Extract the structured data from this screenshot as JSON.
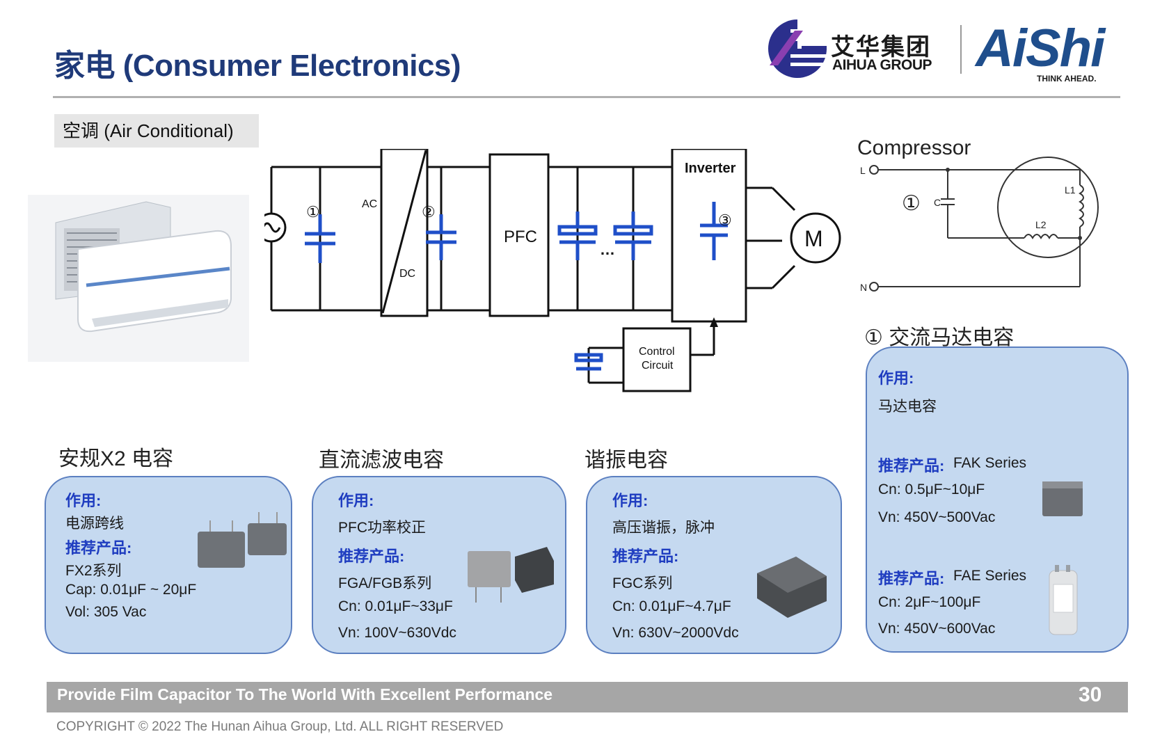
{
  "header": {
    "title": "家电 (Consumer Electronics)",
    "logo_cn": "艾华集团",
    "logo_en": "AIHUA GROUP",
    "brand": "AiShi",
    "brand_tagline": "THINK AHEAD."
  },
  "section": {
    "title": "空调 (Air Conditional)"
  },
  "diagram": {
    "labels": {
      "ac": "AC",
      "dc": "DC",
      "pfc": "PFC",
      "inverter": "Inverter",
      "motor": "M",
      "control_line1": "Control",
      "control_line2": "Circuit",
      "ellipsis": "…",
      "mark1": "①",
      "mark2": "②",
      "mark3": "③"
    }
  },
  "compressor": {
    "title": "Compressor",
    "l": "L",
    "n": "N",
    "c": "C",
    "l1": "L1",
    "l2": "L2",
    "mark": "①"
  },
  "cards": [
    {
      "heading": "安规X2 电容",
      "role_label": "作用:",
      "role_value": "电源跨线",
      "rec_label": "推荐产品:",
      "product": "FX2系列",
      "spec1": "Cap: 0.01μF ~ 20μF",
      "spec2": "Vol: 305 Vac"
    },
    {
      "heading": "直流滤波电容",
      "role_label": "作用:",
      "role_value": "PFC功率校正",
      "rec_label": "推荐产品:",
      "product": "FGA/FGB系列",
      "spec1": "Cn:  0.01μF~33μF",
      "spec2": "Vn:  100V~630Vdc"
    },
    {
      "heading": "谐振电容",
      "role_label": "作用:",
      "role_value": "高压谐振，脉冲",
      "rec_label": "推荐产品:",
      "product": "FGC系列",
      "spec1": "Cn:  0.01μF~4.7μF",
      "spec2": "Vn:  630V~2000Vdc"
    }
  ],
  "motor_card": {
    "heading": "① 交流马达电容",
    "role_label": "作用:",
    "role_value": "马达电容",
    "rec1_label": "推荐产品:",
    "rec1_product": "FAK Series",
    "rec1_spec1": "Cn:  0.5μF~10μF",
    "rec1_spec2": "Vn:  450V~500Vac",
    "rec2_label": "推荐产品:",
    "rec2_product": "FAE Series",
    "rec2_spec1": "Cn:  2μF~100μF",
    "rec2_spec2": "Vn:  450V~600Vac"
  },
  "footer": {
    "slogan": "Provide Film Capacitor To The World With Excellent Performance",
    "page": "30",
    "copyright": "COPYRIGHT © 2022 The Hunan Aihua Group, Ltd. ALL RIGHT RESERVED"
  },
  "colors": {
    "title": "#1f3a79",
    "accent_blue": "#1f3dc0",
    "card_fill": "#c5d9f0",
    "card_border": "#5b7fc0",
    "footer": "#a6a6a6"
  }
}
